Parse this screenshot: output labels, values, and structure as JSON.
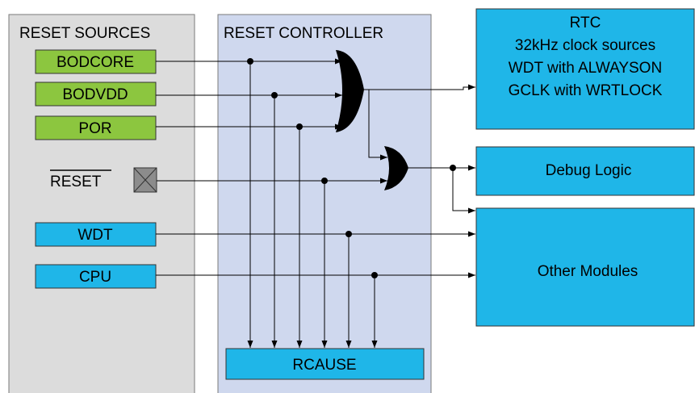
{
  "colors": {
    "sources_panel": "#dcdcdc",
    "controller_panel": "#cfd8ee",
    "green": "#8cc63f",
    "blue": "#1fb6e8",
    "wire": "#000000",
    "pad": "#8c8c8c"
  },
  "sources": {
    "title": "RESET SOURCES",
    "bodcore": "BODCORE",
    "bodvdd": "BODVDD",
    "por": "POR",
    "reset": "RESET",
    "wdt": "WDT",
    "cpu": "CPU"
  },
  "controller": {
    "title": "RESET CONTROLLER",
    "rcause": "RCAUSE"
  },
  "targets": {
    "rtc_lines": [
      "RTC",
      "32kHz clock sources",
      "WDT with ALWAYSON",
      "GCLK with WRTLOCK"
    ],
    "debug": "Debug Logic",
    "other": "Other Modules"
  },
  "icons": {
    "reset_pad": "crossed-pad-icon",
    "or_gate": "or-gate-icon"
  }
}
